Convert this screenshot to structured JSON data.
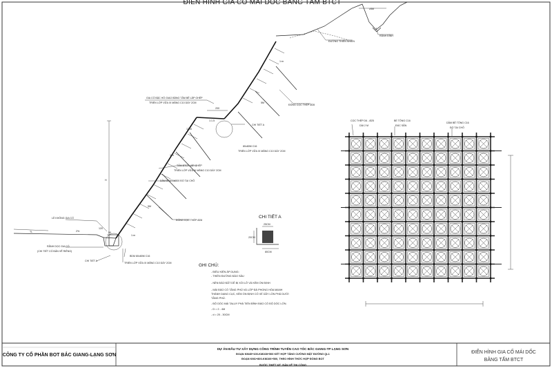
{
  "drawing": {
    "title": "ĐIỂN HÌNH GIA CỐ MÁI DỐC BẰNG TẤM BTCT"
  },
  "section": {
    "dim_top": "≥5M",
    "natural_ground": "ĐƯỜNG THIÊN NHIÊN",
    "ditch": "RÃNH ĐỈNH",
    "dim_200": "200",
    "dim_1200": "1200",
    "dim_5m_upper": "5M",
    "dim_5m_lower": "5M",
    "slope_upper": "1:m",
    "slope_lower": "1:m",
    "slope_150": "1:1.5",
    "slope_toe": "1:m",
    "dim_h": "H",
    "dim_120": "120",
    "dim_50": "50",
    "dim_2pct": "2%",
    "detail_ref_upper": "CHI TIẾT A",
    "detail_ref_lower": "CHI TIẾT A",
    "pile_label_upper": "ĐÓNG CỌC THÉP Ø28",
    "pile_label_lower": "ĐÓNG CỌC THÉP Ø28",
    "beam_label": "80x80M C16",
    "upper_bedding": "TRIỂN LỚP VỮA XI MĂNG C10 DÀY 2CM",
    "upper_panel_title": "GIA CỐ BẬC HỒ GIAO BẰNG TẤM BÊ LẮP GHÉP",
    "upper_panel_sub": "TRIỂN LỚP VỮA XI MĂNG C10 DÀY 2CM",
    "mid_panel": "TẤM BTCT LẮP GHÉP",
    "mid_panel_sub": "TRIỂN LỚP VỮA XI MĂNG C10 DÀY 2CM",
    "mid_beam": "DẦM BTCT M300 ĐỔ TẠI CHỖ",
    "toe_shoulder": "LỀ KHÔNG GIA CỐ",
    "toe_ditch": "RÃNH DỌC GIA CỐ",
    "toe_ditch_sub": "(CHI TIẾT CÓ BẢN VẼ RIÊNG)",
    "toe_beam": "BDM 80x80M C16",
    "toe_bedding": "TRIỂN LỚP VỮA XI MĂNG C10 DÀY 2CM",
    "road_slope": "TL"
  },
  "detail_a": {
    "title": "CHI TIẾT A",
    "dim_top": "25CM",
    "dim_left": "20CM",
    "dim_bottom": "80CM"
  },
  "plan": {
    "pile_callout": "CỌC THÉP D6 - Ø25",
    "pile_callout_sub": "DÀI 2 M",
    "slab_callout": "BỂ TÔNG C16",
    "slab_callout_sub": "ĐÚC SẴN",
    "beam_callout": "DẦM BÊ TÔNG C16",
    "beam_callout_sub": "ĐỔ TẠI CHỖ"
  },
  "notes": {
    "heading": "GHI CHÚ:",
    "lines": [
      "- ĐIỀU KIỆN ÁP DỤNG:",
      "- THIỀN ĐƯỜNG ĐÀO SÂU",
      "- NỀN ĐÀO ĐẤT DỄ BỊ XÓI LỞ VÀ KÉM ỔN ĐỊNH",
      "- MÁI ĐÀO CÓ TẦNG PHỦ VÀ LỚP ĐÁ PHONG HÓA MẠNH",
      "  THÀNH DẠNG CỤC, KÉM ỔN ĐỊNH CÓ XẾ DẦY LÒN PHÁ DƯỚI",
      "  TẦNG PHỦ.",
      "- ĐỘ DỐC MÁI TALUY PHÁ TIẾN ĐỈNH ĐÀO CÓ ĐỘ DỐC LỚN.",
      "- D = 2 - 4M",
      "- d = 20 - 30CM"
    ]
  },
  "titleblock": {
    "company": "CÔNG TY CỔ PHẦN BOT BẮC GIANG-LẠNG SƠN",
    "project": "DỰ ÁN ĐẦU TƯ XÂY DỰNG CÔNG TRÌNH TUYẾN CAO TỐC BẮC GIANG-TP LẠNG SƠN",
    "line2": "ĐOẠN KM45+100-KM108+500 KẾT HỢP TĂNG CƯỜNG MẶT ĐƯỜNG QL1",
    "line3": "ĐOẠN KM1+800-KM106+500, THEO HÌNH THỨC HỢP ĐỒNG BOT",
    "line4": "BƯỚC THIẾT KẾ: BẢN VẼ THI CÔNG",
    "drawing_name_1": "ĐIỂN HÌNH GIA CỐ MÁI DỐC",
    "drawing_name_2": "BẰNG TẤM BTCT"
  }
}
